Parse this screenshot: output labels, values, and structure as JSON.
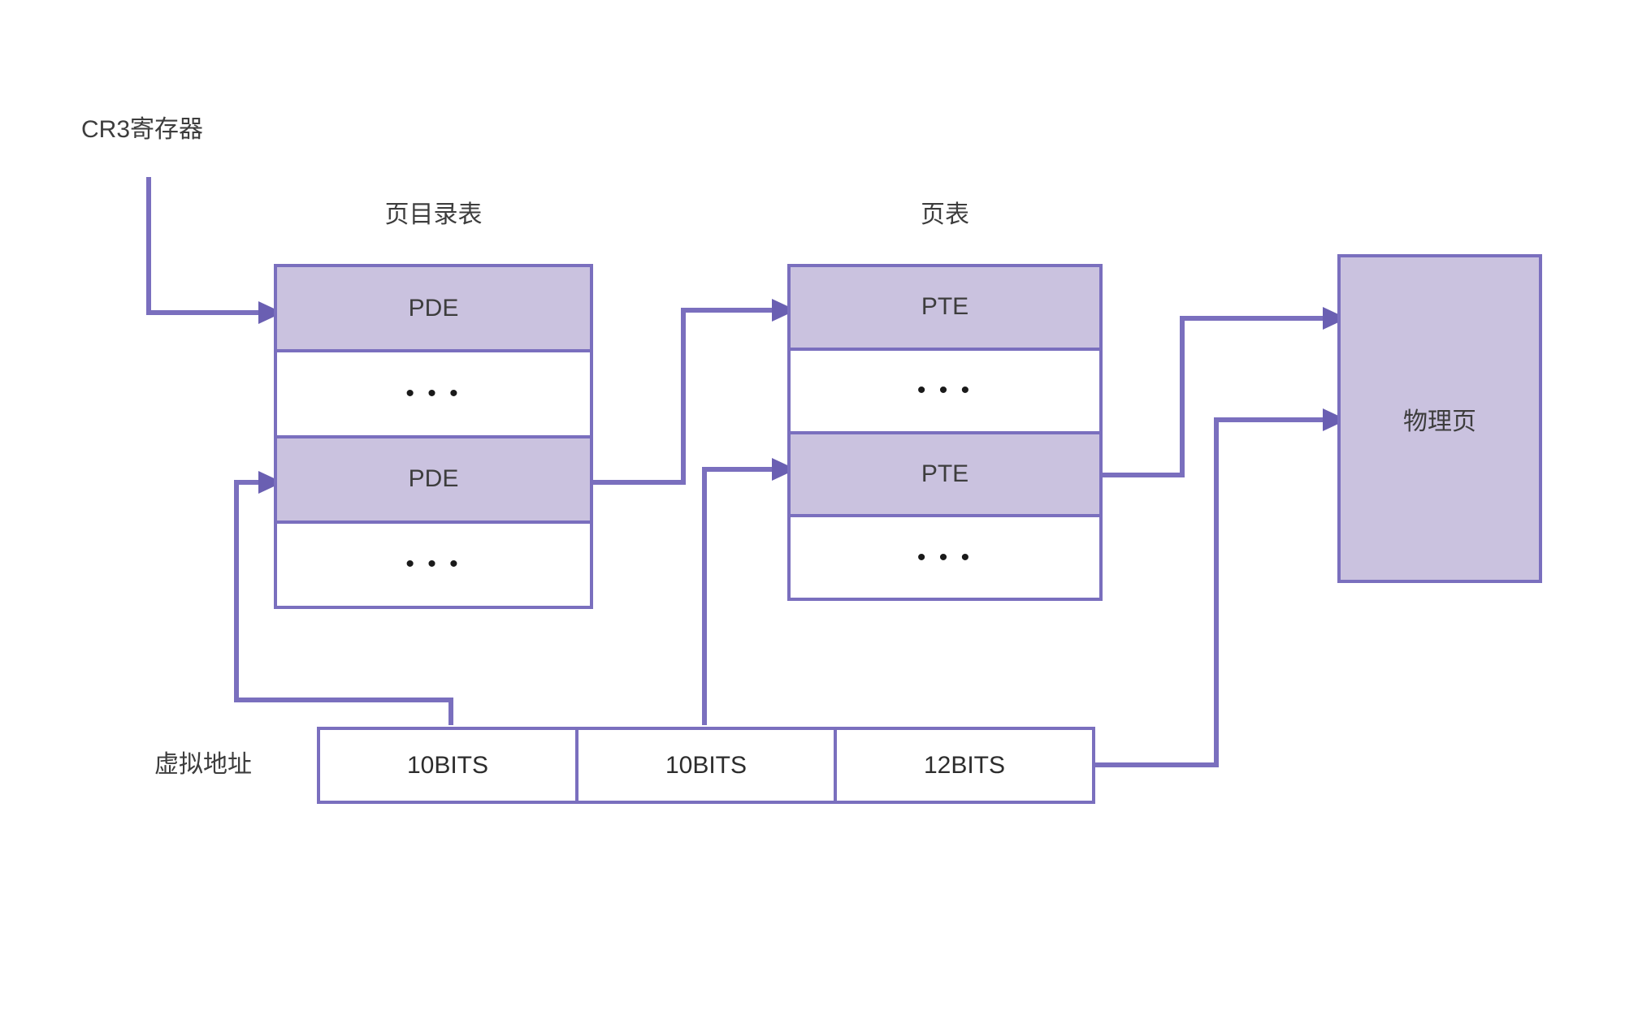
{
  "diagram": {
    "title_cr3": "CR3寄存器",
    "title_page_directory": "页目录表",
    "title_page_table": "页表",
    "label_virtual_address": "虚拟地址",
    "physical_page_label": "物理页",
    "ellipsis": "• • •",
    "colors": {
      "fill": "#cac2df",
      "stroke": "#7a6fbe",
      "arrow": "#6a5fb2",
      "text": "#3d3d3d",
      "background": "#ffffff"
    },
    "page_directory": {
      "rows": [
        {
          "text": "PDE",
          "filled": true
        },
        {
          "text": "• • •",
          "filled": false
        },
        {
          "text": "PDE",
          "filled": true
        },
        {
          "text": "• • •",
          "filled": false
        }
      ]
    },
    "page_table": {
      "rows": [
        {
          "text": "PTE",
          "filled": true
        },
        {
          "text": "• • •",
          "filled": false
        },
        {
          "text": "PTE",
          "filled": true
        },
        {
          "text": "• • •",
          "filled": false
        }
      ]
    },
    "virtual_address": {
      "cells": [
        {
          "text": "10BITS"
        },
        {
          "text": "10BITS"
        },
        {
          "text": "12BITS"
        }
      ]
    }
  }
}
